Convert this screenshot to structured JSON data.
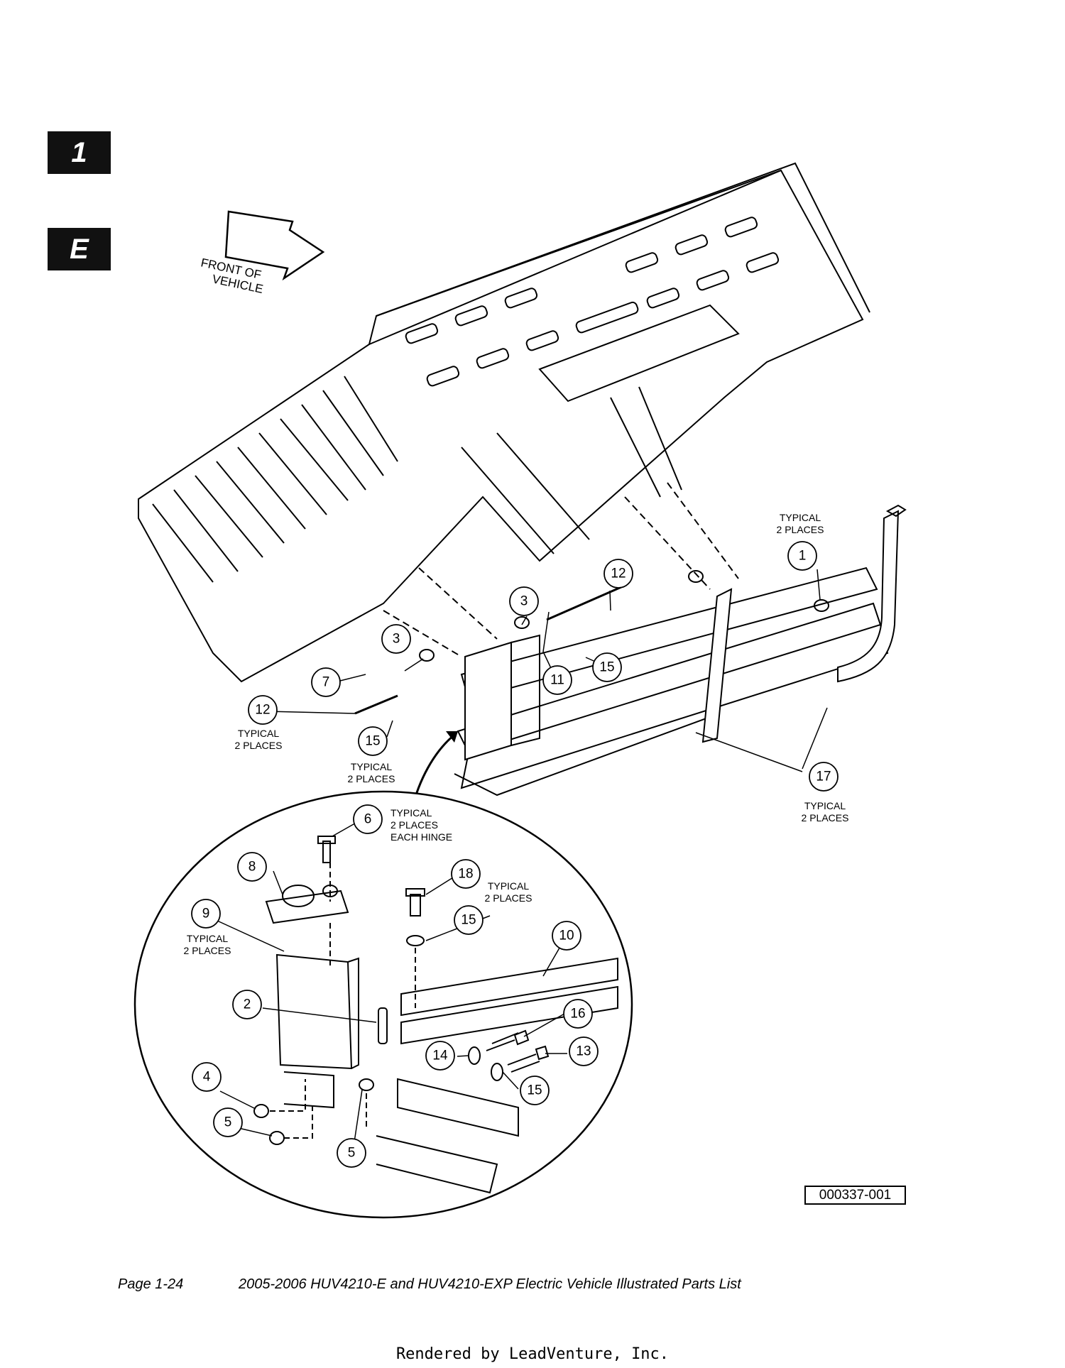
{
  "tabs": {
    "section": "1",
    "subsection": "E"
  },
  "front_arrow": {
    "line1": "FRONT OF",
    "line2": "VEHICLE"
  },
  "callouts": [
    {
      "id": "c1",
      "num": "1"
    },
    {
      "id": "c2",
      "num": "2"
    },
    {
      "id": "c3a",
      "num": "3"
    },
    {
      "id": "c3b",
      "num": "3"
    },
    {
      "id": "c4",
      "num": "4"
    },
    {
      "id": "c5a",
      "num": "5"
    },
    {
      "id": "c5b",
      "num": "5"
    },
    {
      "id": "c6",
      "num": "6"
    },
    {
      "id": "c7",
      "num": "7"
    },
    {
      "id": "c8",
      "num": "8"
    },
    {
      "id": "c9",
      "num": "9"
    },
    {
      "id": "c10",
      "num": "10"
    },
    {
      "id": "c11",
      "num": "11"
    },
    {
      "id": "c12a",
      "num": "12"
    },
    {
      "id": "c12b",
      "num": "12"
    },
    {
      "id": "c13",
      "num": "13"
    },
    {
      "id": "c14",
      "num": "14"
    },
    {
      "id": "c15a",
      "num": "15"
    },
    {
      "id": "c15b",
      "num": "15"
    },
    {
      "id": "c15c",
      "num": "15"
    },
    {
      "id": "c15d",
      "num": "15"
    },
    {
      "id": "c16",
      "num": "16"
    },
    {
      "id": "c17",
      "num": "17"
    },
    {
      "id": "c18",
      "num": "18"
    }
  ],
  "notes": {
    "typical": "TYPICAL",
    "two_places": "2 PLACES",
    "each_hinge": "EACH HINGE"
  },
  "figure_number": "000337-001",
  "footer": {
    "page": "Page 1-24",
    "title": "2005-2006 HUV4210-E and HUV4210-EXP Electric Vehicle Illustrated Parts List",
    "rendered_by": "Rendered by LeadVenture, Inc."
  }
}
